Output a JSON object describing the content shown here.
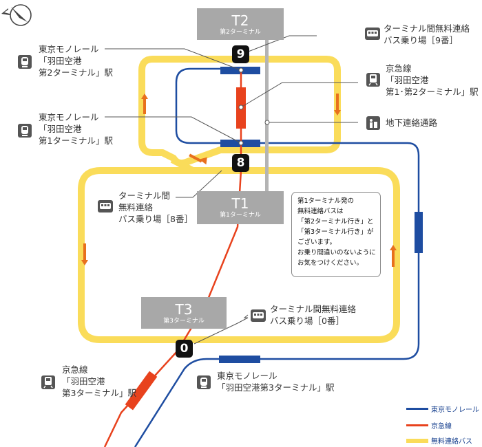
{
  "colors": {
    "monorail": "#1e4da1",
    "keikyu": "#e8421d",
    "bus": "#fadc5a",
    "terminal_box": "#a8a8a8",
    "passage": "#b4b4b4",
    "arrow": "#e8701d"
  },
  "icons": {
    "north": "north-compass-icon",
    "monorail": "monorail-icon",
    "train": "train-icon",
    "bus": "bus-icon",
    "passage": "underground-passage-icon"
  },
  "terminals": [
    {
      "id": "t2",
      "code": "T2",
      "name": "第2ターミナル"
    },
    {
      "id": "t1",
      "code": "T1",
      "name": "第1ターミナル"
    },
    {
      "id": "t3",
      "code": "T3",
      "name": "第3ターミナル"
    }
  ],
  "bus_stops": [
    {
      "id": "s9",
      "number": "9"
    },
    {
      "id": "s8",
      "number": "8"
    },
    {
      "id": "s0",
      "number": "0"
    }
  ],
  "labels": {
    "mono_t2": [
      "東京モノレール",
      "「羽田空港",
      "第2ターミナル」駅"
    ],
    "mono_t1": [
      "東京モノレール",
      "「羽田空港",
      "第1ターミナル」駅"
    ],
    "mono_t3": [
      "東京モノレール",
      "「羽田空港第3ターミナル」駅"
    ],
    "keikyu_t12": [
      "京急線",
      "「羽田空港",
      "第1･第2ターミナル」駅"
    ],
    "keikyu_t3": [
      "京急線",
      "「羽田空港",
      "第3ターミナル」駅"
    ],
    "bus_9": [
      "ターミナル間無料連絡",
      "バス乗り場［9番］"
    ],
    "bus_8": [
      "ターミナル間",
      "無料連絡",
      "バス乗り場［8番］"
    ],
    "bus_0": [
      "ターミナル間無料連絡",
      "バス乗り場［0番］"
    ],
    "passage": "地下連絡通路"
  },
  "note": [
    "第1ターミナル発の",
    "無料連絡バスは",
    "「第2ターミナル行き」と",
    "「第3ターミナル行き」が",
    "ございます。",
    "お乗り間違いのないように",
    "お気をつけください。"
  ],
  "legend": [
    {
      "label": "東京モノレール",
      "color": "#1e4da1"
    },
    {
      "label": "京急線",
      "color": "#e8421d"
    },
    {
      "label": "無料連絡バス",
      "color": "#fadc5a"
    }
  ]
}
